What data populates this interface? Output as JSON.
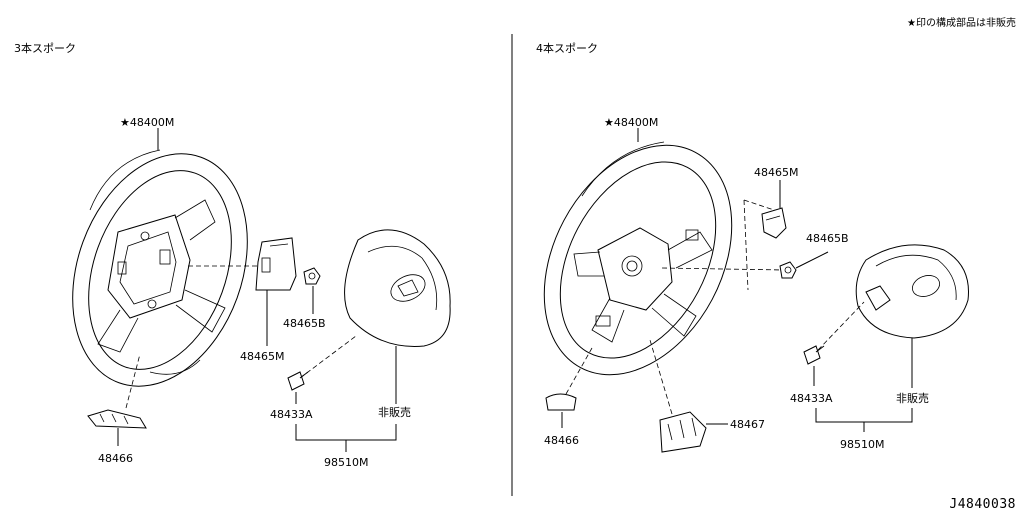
{
  "header": {
    "note": "★印の構成部品は非販売",
    "drawing_id": "J4840038"
  },
  "left_panel": {
    "title": "3本スポーク",
    "labels": {
      "wheel": "★48400M",
      "switch": "48465M",
      "nut": "48465B",
      "bolt": "48433A",
      "not_sold": "非販売",
      "assembly": "98510M",
      "cover": "48466"
    }
  },
  "right_panel": {
    "title": "4本スポーク",
    "labels": {
      "wheel": "★48400M",
      "switch": "48465M",
      "nut": "48465B",
      "bolt": "48433A",
      "not_sold": "非販売",
      "assembly": "98510M",
      "cover_left": "48466",
      "cover_bottom": "48467"
    }
  }
}
